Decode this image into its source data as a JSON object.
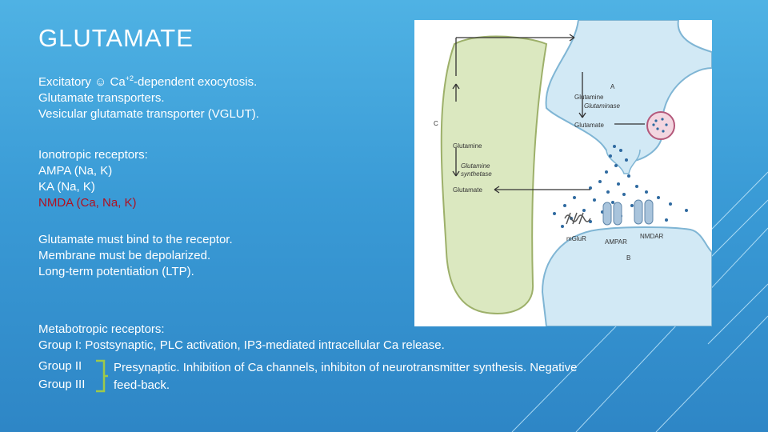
{
  "slide": {
    "title": "GLUTAMATE",
    "intro": {
      "line1_prefix": "Excitatory ",
      "smiley": "☺",
      "line1_ca": " Ca",
      "line1_sup": "+2",
      "line1_suffix": "-dependent exocytosis.",
      "line2": "Glutamate transporters.",
      "line3": "Vesicular glutamate transporter (VGLUT)."
    },
    "ionotropic": {
      "heading": "Ionotropic receptors:",
      "ampa": "AMPA (Na, K)",
      "ka": "KA (Na, K)",
      "nmda_name": "NMDA",
      "nmda_ions": " (Ca, Na, K)"
    },
    "conditions": [
      "Glutamate must bind to the receptor.",
      "Membrane must be depolarized.",
      "Long-term potentiation (LTP)."
    ],
    "metabotropic": {
      "heading": "Metabotropic receptors:",
      "group1": "Group I: Postsynaptic, PLC activation, IP3-mediated intracellular Ca release.",
      "group2": "Group II",
      "group3": "Group III",
      "group23_desc_line1": "Presynaptic. Inhibition of Ca channels, inhibiton of neurotransmitter synthesis. Negative",
      "group23_desc_line2": "feed-back."
    },
    "colors": {
      "accent_red": "#b01020",
      "brace": "#9ec94a"
    }
  },
  "figure": {
    "label_a": "A",
    "label_b": "B",
    "label_c": "C",
    "presyn": {
      "glutamine": "Glutamine",
      "enzyme": "Glutaminase",
      "glutamate": "Glutamate"
    },
    "glia": {
      "glutamine": "Glutamine",
      "enzyme_line1": "Glutamine",
      "enzyme_line2": "synthetase",
      "glutamate": "Glutamate"
    },
    "receptors": {
      "mglur": "mGluR",
      "ampar": "AMPAR",
      "nmdar": "NMDAR"
    }
  }
}
